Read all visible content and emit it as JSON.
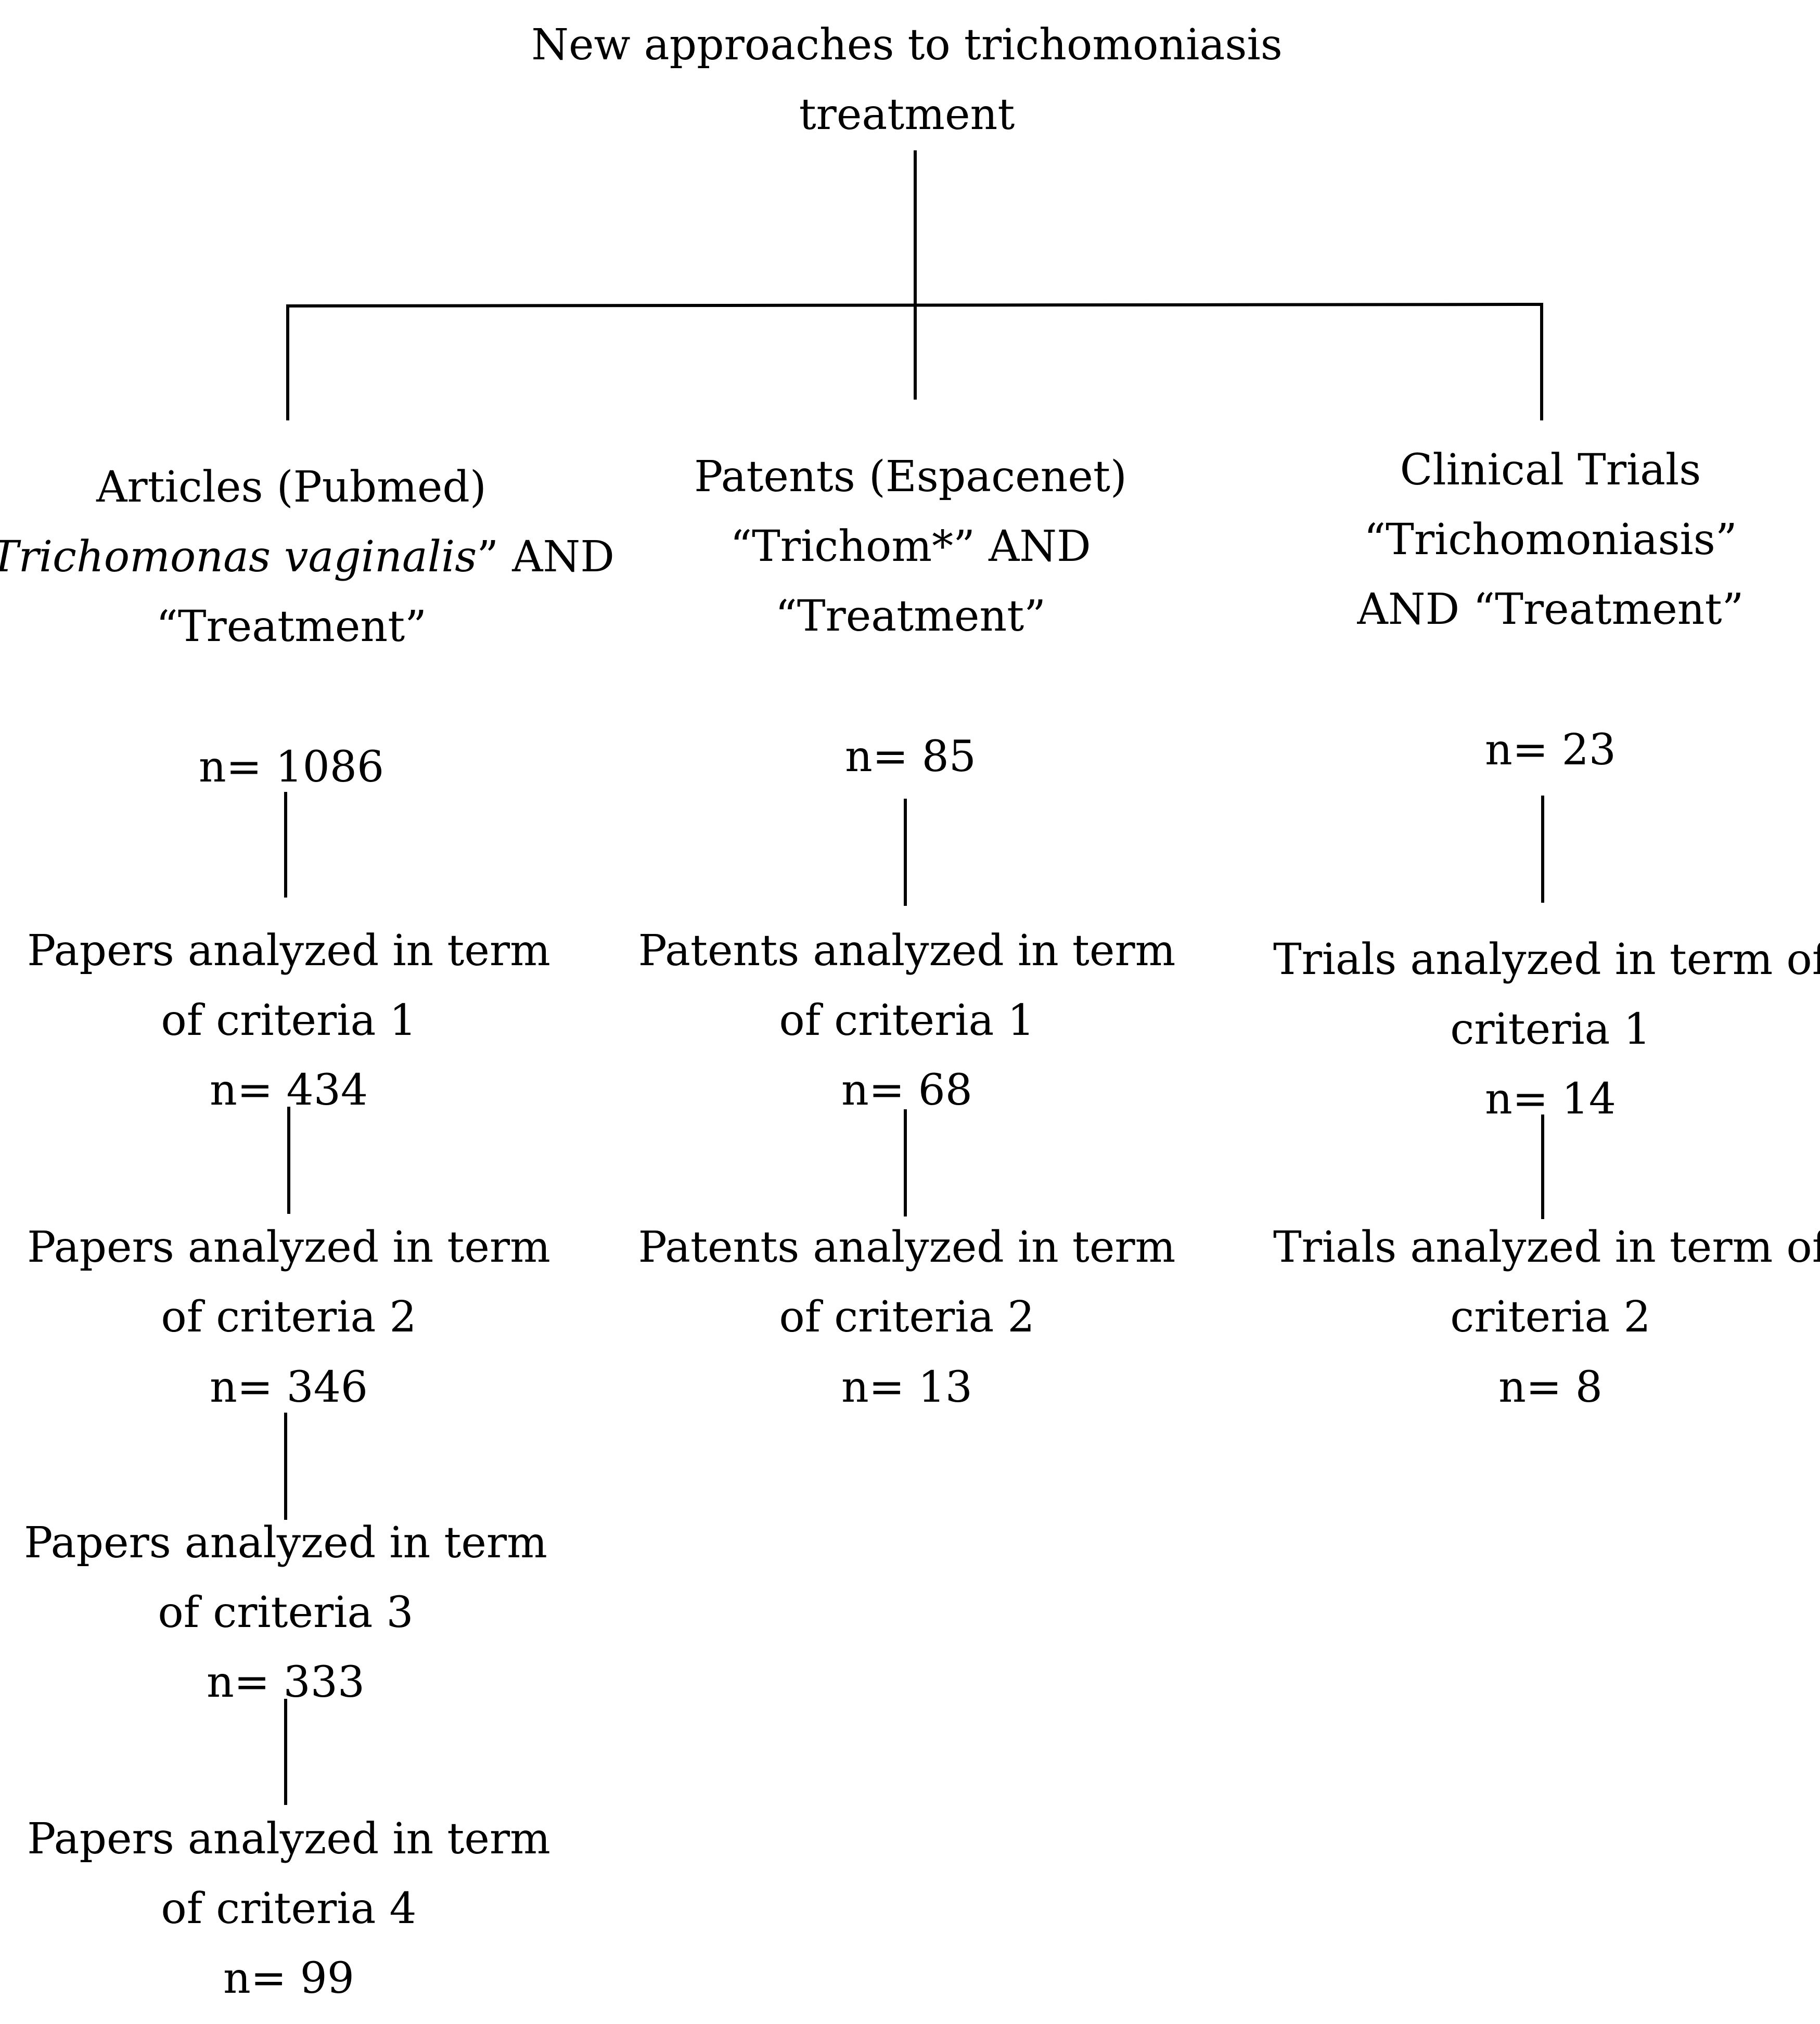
{
  "root": {
    "line1": "New approaches to trichomoniasis",
    "line2": "treatment"
  },
  "branches": [
    {
      "id": "articles",
      "header": {
        "line1": "Articles (Pubmed)",
        "line2_open_quote": "“",
        "line2_italic": "Trichomonas vaginalis",
        "line2_rest": "” AND",
        "line3": "“Treatment”"
      },
      "count": "n= 1086",
      "steps": [
        {
          "line1": "Papers analyzed in term",
          "line2": "of criteria 1",
          "count": "n= 434"
        },
        {
          "line1": "Papers analyzed in term",
          "line2": "of criteria 2",
          "count": "n= 346"
        },
        {
          "line1": "Papers analyzed in term",
          "line2": "of criteria 3",
          "count": "n= 333"
        },
        {
          "line1": "Papers analyzed in term",
          "line2": "of criteria 4",
          "count": "n= 99"
        }
      ]
    },
    {
      "id": "patents",
      "header": {
        "line1": "Patents (Espacenet)",
        "line2": "“Trichom*” AND",
        "line3": "“Treatment”"
      },
      "count": "n= 85",
      "steps": [
        {
          "line1": "Patents analyzed in term",
          "line2": "of criteria 1",
          "count": "n= 68"
        },
        {
          "line1": "Patents analyzed in term",
          "line2": "of criteria 2",
          "count": "n= 13"
        }
      ]
    },
    {
      "id": "trials",
      "header": {
        "line1": "Clinical Trials",
        "line2": "“Trichomoniasis”",
        "line3": "AND “Treatment”"
      },
      "count": "n= 23",
      "steps": [
        {
          "line1": "Trials analyzed in term of",
          "line2": "criteria 1",
          "count": "n= 14"
        },
        {
          "line1": "Trials analyzed in term of",
          "line2": "criteria 2",
          "count": "n= 8"
        }
      ]
    }
  ]
}
